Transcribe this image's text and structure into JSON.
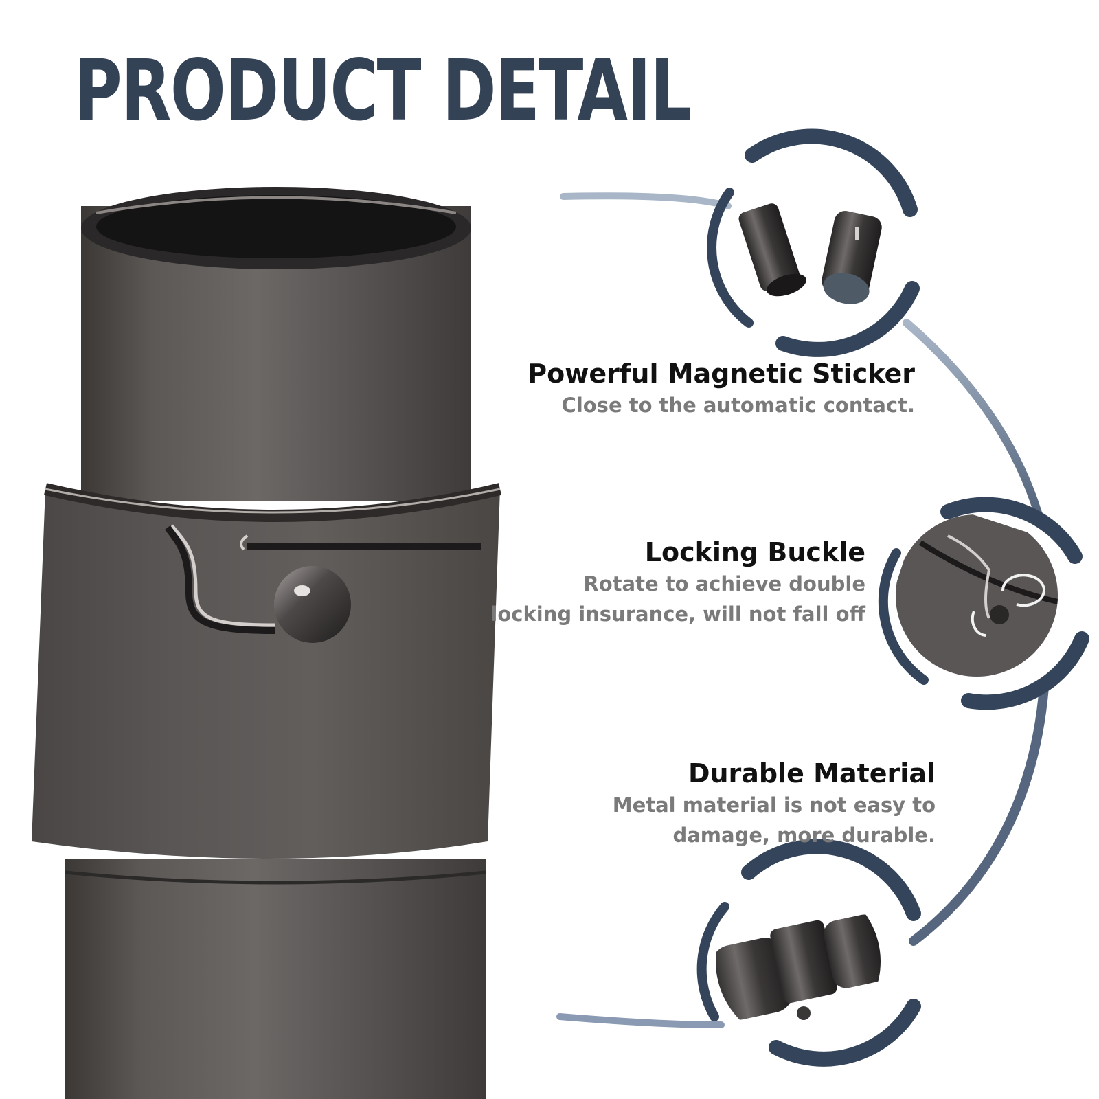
{
  "header": {
    "title": "PRODUCT DETAIL"
  },
  "colors": {
    "title": "#344256",
    "ring": "#34445a",
    "arc": "#8a9ab2",
    "metal_dark": "#3f3c3b",
    "metal_mid": "#5f5b59",
    "metal_light": "#8b8683",
    "text_dark": "#111111",
    "text_gray": "#7a7a7a"
  },
  "features": [
    {
      "title": "Powerful Magnetic Sticker",
      "lines": [
        "Close to the automatic contact."
      ],
      "icon": "magnet-clasp-icon"
    },
    {
      "title": "Locking Buckle",
      "lines": [
        "Rotate to achieve double",
        "locking insurance, will not fall off"
      ],
      "icon": "rotate-lock-icon"
    },
    {
      "title": "Durable Material",
      "lines": [
        "Metal material is not easy to",
        "damage, more durable."
      ],
      "icon": "metal-clasp-icon"
    }
  ]
}
